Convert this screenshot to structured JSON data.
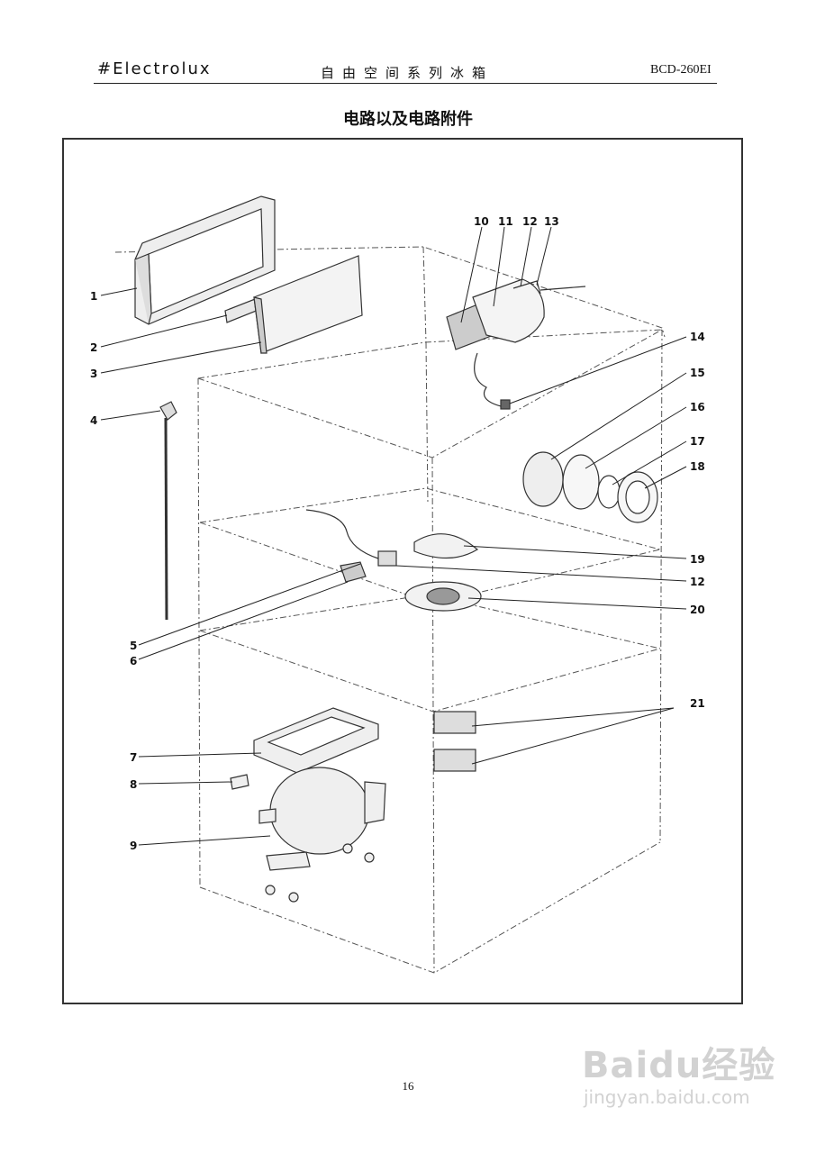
{
  "header": {
    "brand": "#Electrolux",
    "series": "自由空间系列冰箱",
    "model": "BCD-260EI"
  },
  "title": "电路以及电路附件",
  "page_number": "16",
  "watermark": {
    "brand": "Baidu经验",
    "url": "jingyan.baidu.com"
  },
  "callouts": {
    "c1": "1",
    "c2": "2",
    "c3": "3",
    "c4": "4",
    "c5": "5",
    "c6": "6",
    "c7": "7",
    "c8": "8",
    "c9": "9",
    "c10": "10",
    "c11": "11",
    "c12a": "12",
    "c13": "13",
    "c14": "14",
    "c15": "15",
    "c16": "16",
    "c17": "17",
    "c18": "18",
    "c19": "19",
    "c12b": "12",
    "c20": "20",
    "c21": "21"
  }
}
